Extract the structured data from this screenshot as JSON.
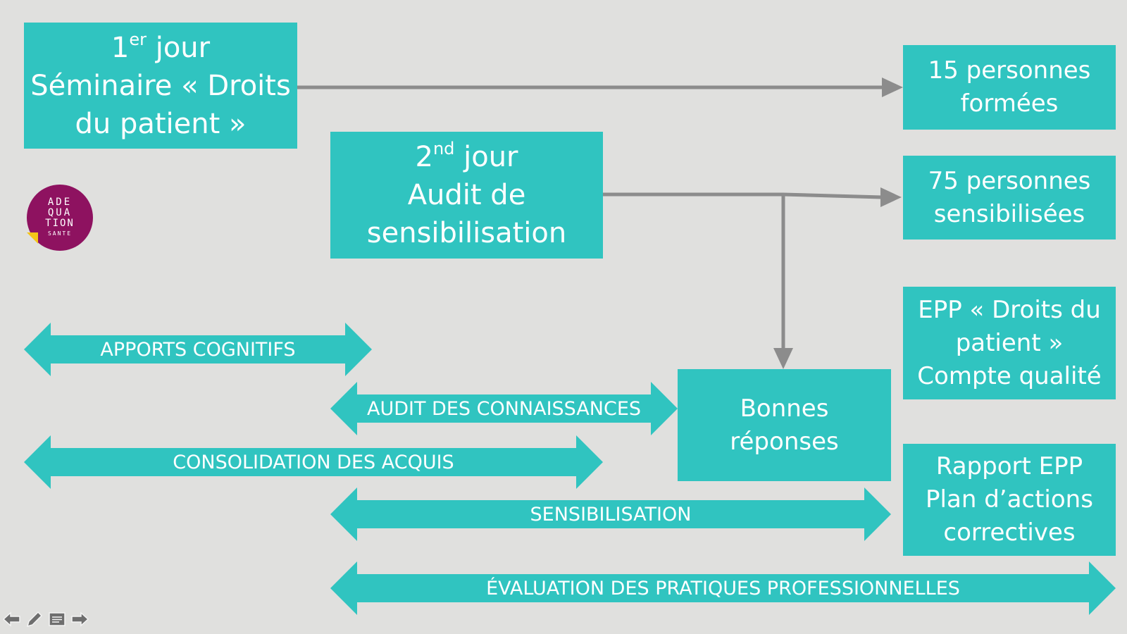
{
  "colors": {
    "box": "#30c4c0",
    "background": "#e0e0de",
    "connector": "#8c8c8c",
    "logo": "#8e1260",
    "logo_corner": "#f5c518"
  },
  "day1": {
    "num": "1",
    "sup": "er",
    "word": "jour",
    "line2": "Séminaire « Droits",
    "line3": "du patient »"
  },
  "day2": {
    "num": "2",
    "sup": "nd",
    "word": "jour",
    "line2": "Audit de",
    "line3": "sensibilisation"
  },
  "outcomes": [
    {
      "lines": [
        "15 personnes",
        "formées"
      ]
    },
    {
      "lines": [
        "75 personnes",
        "sensibilisées"
      ]
    },
    {
      "lines": [
        "EPP « Droits du",
        "patient »",
        "Compte qualité"
      ]
    },
    {
      "lines": [
        "Rapport EPP",
        "Plan d’actions",
        "correctives"
      ]
    }
  ],
  "good_answers": {
    "lines": [
      "Bonnes",
      "réponses"
    ]
  },
  "phases": [
    "APPORTS COGNITIFS",
    "AUDIT DES CONNAISSANCES",
    "CONSOLIDATION DES ACQUIS",
    "SENSIBILISATION",
    "ÉVALUATION DES PRATIQUES PROFESSIONNELLES"
  ],
  "logo": {
    "row1": "ADE",
    "row2": "QUA",
    "row3": "TION",
    "row4": "SANTE"
  },
  "nav": {
    "icons": [
      "arrow-left-icon",
      "pencil-icon",
      "menu-icon",
      "arrow-right-icon"
    ]
  }
}
